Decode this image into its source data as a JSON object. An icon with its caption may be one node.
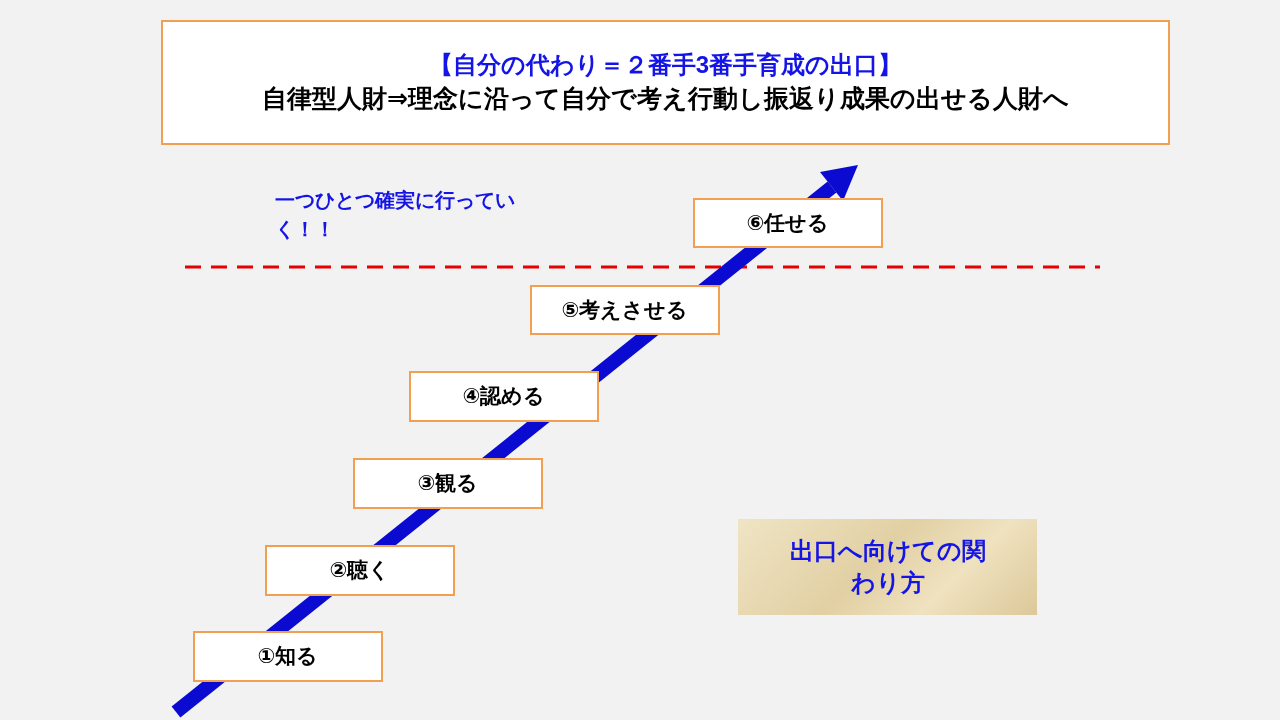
{
  "diagram": {
    "nodes": [
      {
        "text": [
          "【自分の代わり＝２番手3番手育成の出口】",
          "自律型人財⇒理念に沿って自分で考え行動し振返り成果の出せる人財へ"
        ]
      },
      {
        "text": [
          "①知る"
        ]
      },
      {
        "text": [
          "②聴く"
        ]
      },
      {
        "text": [
          "③観る"
        ]
      },
      {
        "text": [
          "④認める"
        ]
      },
      {
        "text": [
          "⑤考えさせる"
        ]
      },
      {
        "text": [
          "⑥任せる"
        ]
      },
      {
        "text": [
          "出口へ向けての関わり方"
        ]
      }
    ],
    "labels": [
      "一つひとつ確実に行っていく！！"
    ]
  }
}
